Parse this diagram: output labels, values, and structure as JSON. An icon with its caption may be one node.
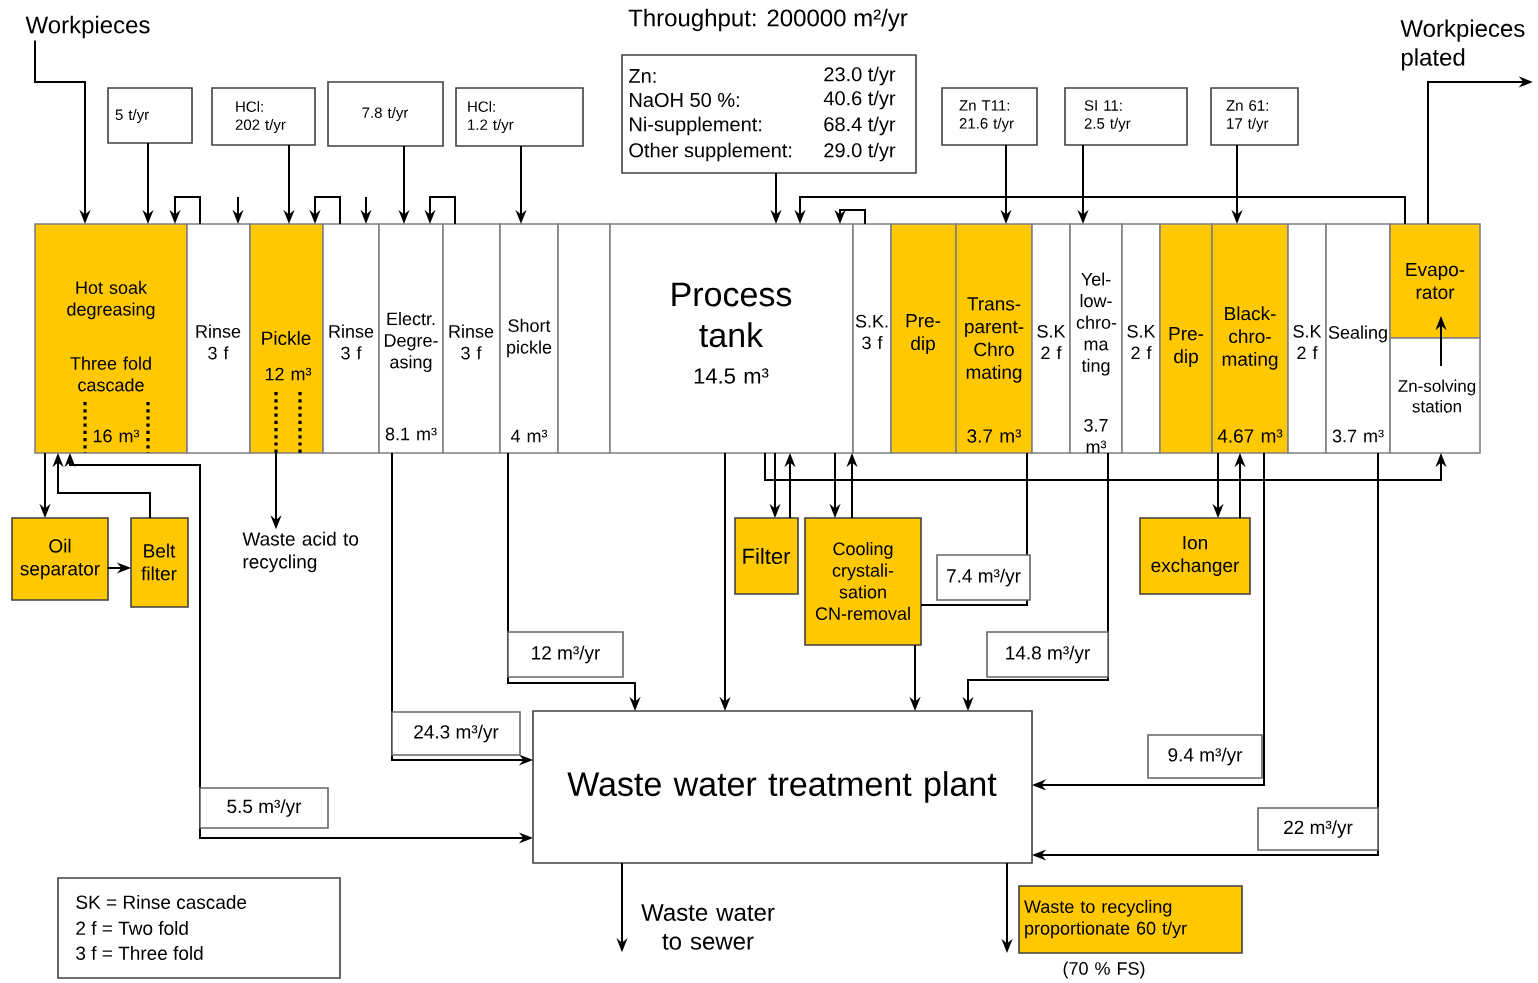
{
  "diagram": {
    "nodes": [
      {
        "text": [
          "Workpieces"
        ]
      },
      {
        "text": [
          "5 t/yr"
        ]
      },
      {
        "text": [
          "HCl: 202 t/yr"
        ]
      },
      {
        "text": [
          "7.8 t/yr"
        ]
      },
      {
        "text": [
          "HCl: 1.2 t/yr"
        ]
      },
      {
        "text": [
          "Zn:",
          "23.0 t/yr",
          "NaOH 50 %:",
          "40.6 t/yr",
          "Ni-supplement:",
          "68.4 t/yr",
          "Other supplement:",
          "29.0 t/yr"
        ]
      },
      {
        "text": [
          "Zn T11: 21.6 t/yr"
        ]
      },
      {
        "text": [
          "SI 11: 2.5 t/yr"
        ]
      },
      {
        "text": [
          "Zn 61: 17 t/yr"
        ]
      },
      {
        "text": [
          "Workpieces plated"
        ]
      },
      {
        "text": [
          "Hot soak degreasing",
          "Three fold cascade",
          "16 m³"
        ]
      },
      {
        "text": [
          "Rinse 3 f"
        ]
      },
      {
        "text": [
          "Pickle",
          "12 m³"
        ]
      },
      {
        "text": [
          "Rinse 3 f"
        ]
      },
      {
        "text": [
          "Electr. Degre- asing",
          "8.1 m³"
        ]
      },
      {
        "text": [
          "Rinse 3 f"
        ]
      },
      {
        "text": [
          "Short pickle",
          "4 m³"
        ]
      },
      {
        "text": [],
        "shape": "box"
      },
      {
        "text": [
          "Process tank",
          "14.5 m³"
        ]
      },
      {
        "text": [
          "S.K. 3 f"
        ]
      },
      {
        "text": [
          "Pre- dip"
        ]
      },
      {
        "text": [
          "Trans- parent- Chro mating",
          "3.7 m³"
        ]
      },
      {
        "text": [
          "S.K 2 f"
        ]
      },
      {
        "text": [
          "Yel- low- chro- ma ting",
          "3.7 m³"
        ]
      },
      {
        "text": [
          "S.K 2 f"
        ]
      },
      {
        "text": [
          "Pre- dip"
        ]
      },
      {
        "text": [
          "Black- chro- mating",
          "4.67 m³"
        ]
      },
      {
        "text": [
          "S.K 2 f"
        ]
      },
      {
        "text": [
          "Sealing",
          "3.7 m³"
        ]
      },
      {
        "text": [
          "Evapo- rator"
        ]
      },
      {
        "text": [
          "Zn-solving station"
        ]
      },
      {
        "text": [
          "Oil separator"
        ]
      },
      {
        "text": [
          "Belt filter"
        ]
      },
      {
        "text": [
          "Waste acid to recycling"
        ]
      },
      {
        "text": [
          "Filter"
        ]
      },
      {
        "text": [
          "Cooling crystali- sation CN-removal"
        ]
      },
      {
        "text": [
          "Ion exchanger"
        ]
      },
      {
        "text": [
          "Waste water treatment plant"
        ]
      },
      {
        "text": [
          "Waste water to sewer"
        ]
      },
      {
        "text": [
          "Waste to recycling proportionate 60 t/yr"
        ],
        "beside": [
          "(70 % FS)"
        ]
      }
    ],
    "edges": [
      {
        "from": 0,
        "to": 10,
        "arrow": "to"
      },
      {
        "from": 1,
        "to": 10,
        "arrow": "to"
      },
      {
        "from": 2,
        "to": 12,
        "arrow": "to"
      },
      {
        "from": 3,
        "to": 14,
        "arrow": "to"
      },
      {
        "from": 4,
        "to": 16,
        "arrow": "to"
      },
      {
        "from": 5,
        "to": 18,
        "arrow": "to"
      },
      {
        "from": 6,
        "to": 21,
        "arrow": "to"
      },
      {
        "from": 7,
        "to": 23,
        "arrow": "to"
      },
      {
        "from": 8,
        "to": 26,
        "arrow": "to"
      },
      {
        "from": 11,
        "to": 10,
        "arrow": "to"
      },
      {
        "from": null,
        "to": 11,
        "arrow": "to"
      },
      {
        "from": 13,
        "to": 12,
        "arrow": "to"
      },
      {
        "from": null,
        "to": 13,
        "arrow": "to"
      },
      {
        "from": 15,
        "to": 14,
        "arrow": "to"
      },
      {
        "from": 19,
        "to": 18,
        "arrow": "to"
      },
      {
        "from": 29,
        "to": 18,
        "arrow": "to"
      },
      {
        "from": 29,
        "to": 9,
        "arrow": "to"
      },
      {
        "from": 30,
        "to": 29,
        "arrow": "to"
      },
      {
        "from": 10,
        "to": 31,
        "arrow": "to"
      },
      {
        "from": 32,
        "to": 10,
        "arrow": "to"
      },
      {
        "from": 10,
        "to": 37,
        "arrow": "both",
        "label": "5.5 m³/yr"
      },
      {
        "from": 31,
        "to": 32,
        "arrow": "to"
      },
      {
        "from": 12,
        "to": 33,
        "arrow": "to"
      },
      {
        "from": 14,
        "to": 37,
        "arrow": "to",
        "label": "24.3 m³/yr"
      },
      {
        "from": 16,
        "to": 37,
        "arrow": "to",
        "label": "12 m³/yr"
      },
      {
        "from": 18,
        "to": 37,
        "arrow": "to"
      },
      {
        "from": 18,
        "to": 34,
        "arrow": "to"
      },
      {
        "from": 34,
        "to": 18,
        "arrow": "to"
      },
      {
        "from": 18,
        "to": 35,
        "arrow": "to"
      },
      {
        "from": 35,
        "to": 18,
        "arrow": "to"
      },
      {
        "from": 18,
        "to": 30,
        "arrow": "to"
      },
      {
        "from": 35,
        "to": 37,
        "arrow": "to"
      },
      {
        "from": 21,
        "to": 35,
        "arrow": "none",
        "label": "7.4 m³/yr"
      },
      {
        "from": 23,
        "to": 37,
        "arrow": "to",
        "label": "14.8 m³/yr"
      },
      {
        "from": 26,
        "to": 36,
        "arrow": "to"
      },
      {
        "from": 36,
        "to": 26,
        "arrow": "to"
      },
      {
        "from": 26,
        "to": 37,
        "arrow": "to",
        "label": "9.4 m³/yr"
      },
      {
        "from": 28,
        "to": 37,
        "arrow": "to",
        "label": "22 m³/yr"
      },
      {
        "from": 37,
        "to": 38,
        "arrow": "to"
      },
      {
        "from": 37,
        "to": 39,
        "arrow": "to"
      }
    ],
    "labels": [
      "Throughput: 200000 m²/yr",
      "SK = Rinse cascade",
      "2 f = Two fold",
      "3 f = Three fold"
    ]
  }
}
